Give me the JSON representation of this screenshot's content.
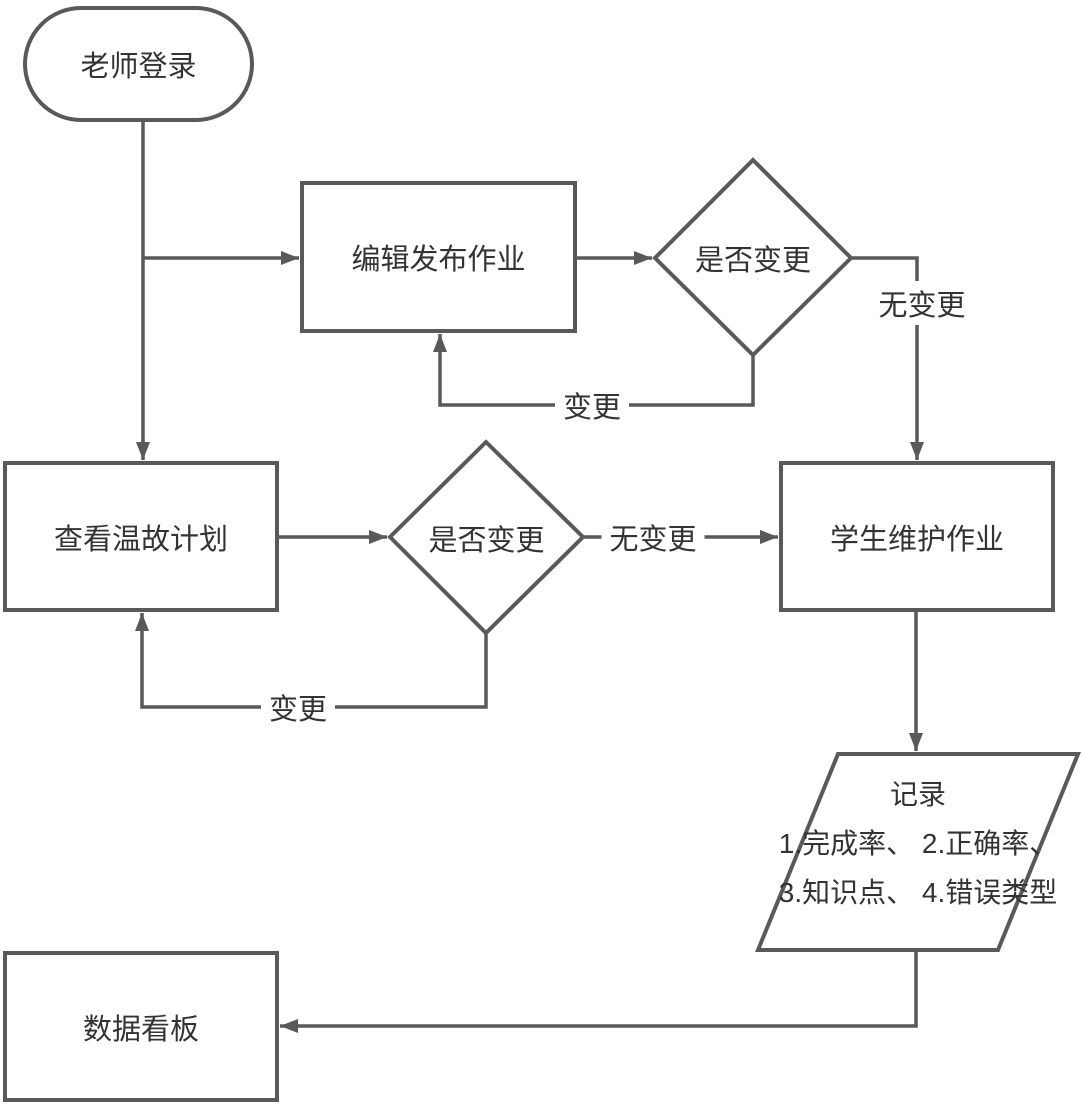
{
  "diagram": {
    "type": "flowchart",
    "colors": {
      "line": "#595959",
      "text": "#333333",
      "background": "#ffffff"
    },
    "nodes": {
      "start": {
        "shape": "stadium",
        "label": "老师登录"
      },
      "edit_publish": {
        "shape": "rectangle",
        "label": "编辑发布作业"
      },
      "decision_top": {
        "shape": "diamond",
        "label": "是否变更"
      },
      "view_plan": {
        "shape": "rectangle",
        "label": "查看温故计划"
      },
      "decision_mid": {
        "shape": "diamond",
        "label": "是否变更"
      },
      "student_maintain": {
        "shape": "rectangle",
        "label": "学生维护作业"
      },
      "record": {
        "shape": "parallelogram",
        "title": "记录",
        "line1": "1.完成率、 2.正确率、",
        "line2": "3.知识点、 4.错误类型"
      },
      "dashboard": {
        "shape": "rectangle",
        "label": "数据看板"
      }
    },
    "edge_labels": {
      "no_change_top": "无变更",
      "change_top": "变更",
      "no_change_mid": "无变更",
      "change_mid": "变更"
    }
  }
}
